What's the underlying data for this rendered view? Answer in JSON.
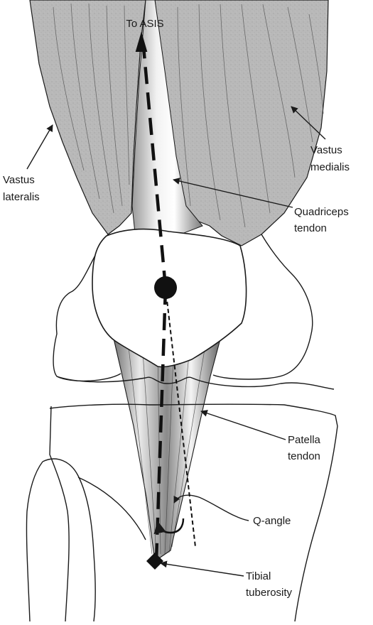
{
  "labels": {
    "to_asis": "To ASIS",
    "vastus_lateralis": [
      "Vastus",
      "lateralis"
    ],
    "vastus_medialis": [
      "Vastus",
      "medialis"
    ],
    "quadriceps_tendon": [
      "Quadriceps",
      "tendon"
    ],
    "patella_tendon": [
      "Patella",
      "tendon"
    ],
    "q_angle": "Q-angle",
    "tibial_tuberosity": [
      "Tibial",
      "tuberosity"
    ]
  },
  "colors": {
    "muscle": "#b9b9b9",
    "outline": "#1a1a1a",
    "bone": "#ffffff",
    "tendon_light": "#f2f2f2",
    "tendon_dark": "#6f6f6f"
  }
}
